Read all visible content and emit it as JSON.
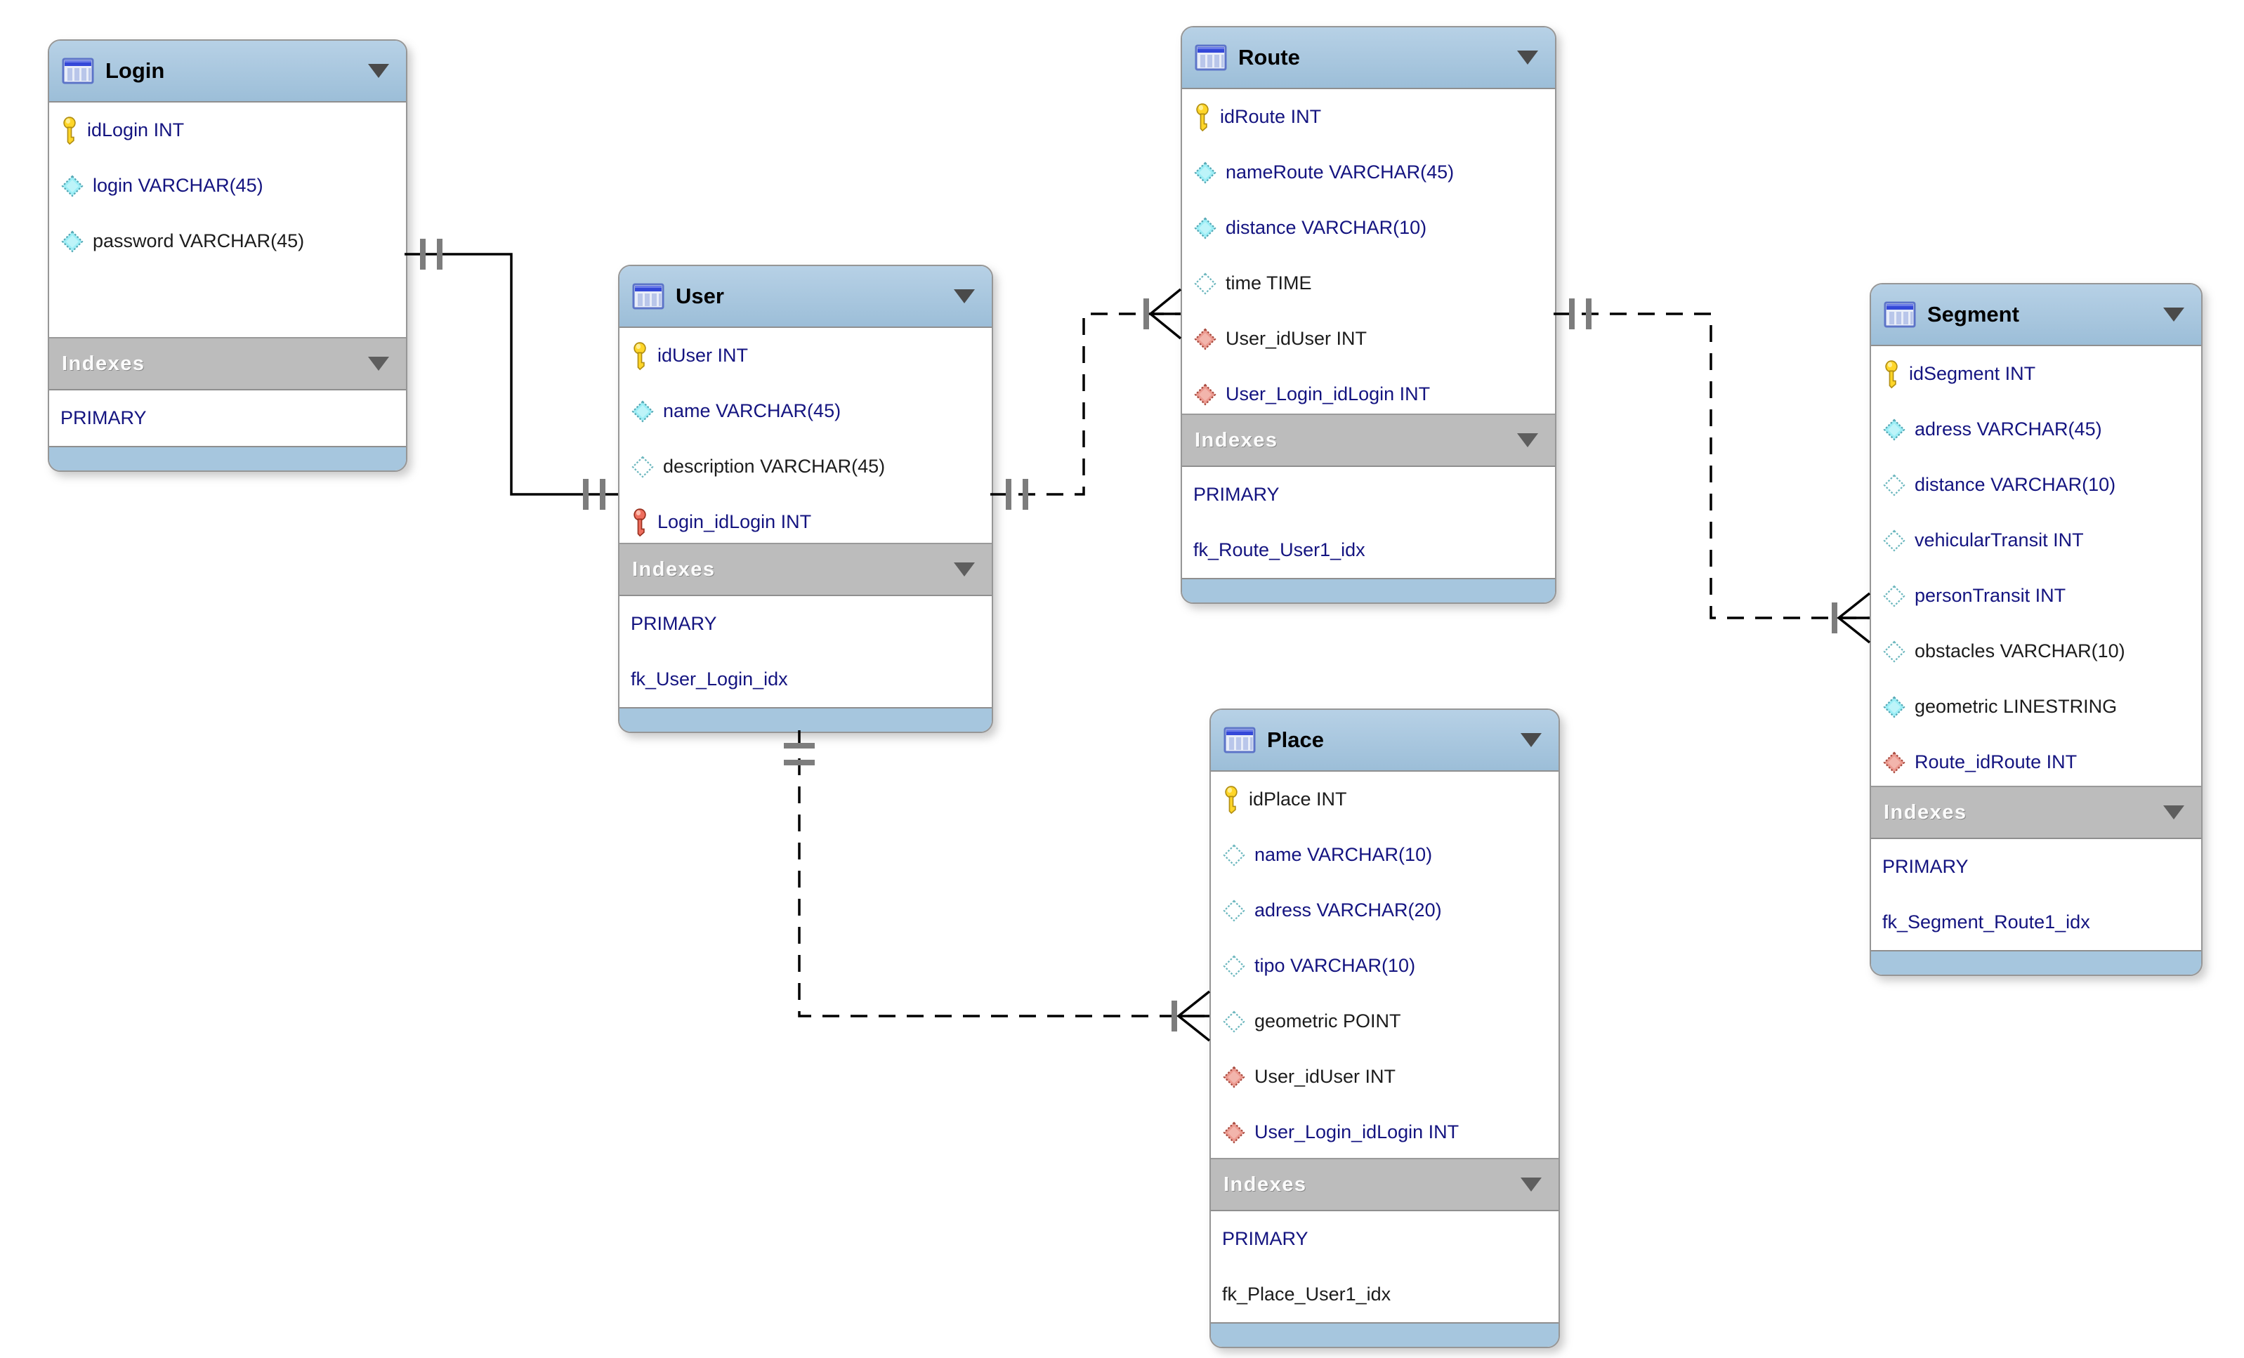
{
  "diagram": {
    "tool_style": "mysql-workbench-eer",
    "indexes_label": "Indexes",
    "colors": {
      "table_header_blue": "#a6c6de",
      "indexes_bar_gray": "#bcbcbc",
      "primary_key_icon_yellow": "#ffd629",
      "foreign_key_icon_red": "#ec9a90",
      "not_null_attribute_icon_cyan": "#9ceef6",
      "relationship_line": "#000000",
      "cardinality_tick_gray": "#7d7d7d"
    },
    "tables": [
      {
        "name": "Login",
        "columns": [
          {
            "icon": "primary-key",
            "label": "idLogin INT"
          },
          {
            "icon": "attribute-not-null",
            "label": "login VARCHAR(45)"
          },
          {
            "icon": "attribute-not-null",
            "label": "password VARCHAR(45)"
          }
        ],
        "indexes": [
          "PRIMARY"
        ]
      },
      {
        "name": "User",
        "columns": [
          {
            "icon": "primary-key",
            "label": "idUser INT"
          },
          {
            "icon": "attribute-not-null",
            "label": "name VARCHAR(45)"
          },
          {
            "icon": "attribute-nullable",
            "label": "description VARCHAR(45)"
          },
          {
            "icon": "primary-foreign-key",
            "label": "Login_idLogin INT"
          }
        ],
        "indexes": [
          "PRIMARY",
          "fk_User_Login_idx"
        ]
      },
      {
        "name": "Route",
        "columns": [
          {
            "icon": "primary-key",
            "label": "idRoute INT"
          },
          {
            "icon": "attribute-not-null",
            "label": "nameRoute VARCHAR(45)"
          },
          {
            "icon": "attribute-not-null",
            "label": "distance VARCHAR(10)"
          },
          {
            "icon": "attribute-nullable",
            "label": "time TIME"
          },
          {
            "icon": "foreign-key",
            "label": "User_idUser INT"
          },
          {
            "icon": "foreign-key",
            "label": "User_Login_idLogin INT"
          }
        ],
        "indexes": [
          "PRIMARY",
          "fk_Route_User1_idx"
        ]
      },
      {
        "name": "Place",
        "columns": [
          {
            "icon": "primary-key",
            "label": "idPlace INT"
          },
          {
            "icon": "attribute-nullable",
            "label": "name VARCHAR(10)"
          },
          {
            "icon": "attribute-nullable",
            "label": "adress VARCHAR(20)"
          },
          {
            "icon": "attribute-nullable",
            "label": "tipo VARCHAR(10)"
          },
          {
            "icon": "attribute-nullable",
            "label": "geometric POINT"
          },
          {
            "icon": "foreign-key",
            "label": "User_idUser INT"
          },
          {
            "icon": "foreign-key",
            "label": "User_Login_idLogin INT"
          }
        ],
        "indexes": [
          "PRIMARY",
          "fk_Place_User1_idx"
        ]
      },
      {
        "name": "Segment",
        "columns": [
          {
            "icon": "primary-key",
            "label": "idSegment INT"
          },
          {
            "icon": "attribute-not-null",
            "label": "adress VARCHAR(45)"
          },
          {
            "icon": "attribute-nullable",
            "label": "distance VARCHAR(10)"
          },
          {
            "icon": "attribute-nullable",
            "label": "vehicularTransit INT"
          },
          {
            "icon": "attribute-nullable",
            "label": "personTransit INT"
          },
          {
            "icon": "attribute-nullable",
            "label": "obstacles VARCHAR(10)"
          },
          {
            "icon": "attribute-not-null",
            "label": "geometric LINESTRING"
          },
          {
            "icon": "foreign-key",
            "label": "Route_idRoute INT"
          }
        ],
        "indexes": [
          "PRIMARY",
          "fk_Segment_Route1_idx"
        ]
      }
    ],
    "relationships": [
      {
        "from": "Login",
        "to": "User",
        "line": "solid",
        "from_cardinality": "one-mandatory",
        "to_cardinality": "one-mandatory"
      },
      {
        "from": "User",
        "to": "Route",
        "line": "dashed",
        "from_cardinality": "one-mandatory",
        "to_cardinality": "many"
      },
      {
        "from": "Route",
        "to": "Segment",
        "line": "dashed",
        "from_cardinality": "one-mandatory",
        "to_cardinality": "many"
      },
      {
        "from": "User",
        "to": "Place",
        "line": "dashed",
        "from_cardinality": "one-mandatory",
        "to_cardinality": "many"
      }
    ]
  }
}
